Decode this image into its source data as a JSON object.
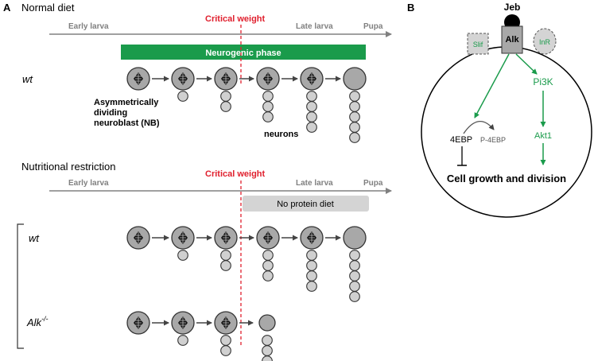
{
  "panel_a": {
    "label": "A",
    "normal": {
      "heading": "Normal diet",
      "axis": {
        "early": "Early larva",
        "critical": "Critical weight",
        "late": "Late larva",
        "pupa": "Pupa"
      },
      "phase_bar": "Neurogenic phase",
      "genotype": "wt",
      "nb_label_lines": [
        "Asymmetrically",
        "dividing",
        "neuroblast (NB)"
      ],
      "neurons_label": "neurons"
    },
    "restriction": {
      "heading": "Nutritional restriction",
      "axis": {
        "early": "Early larva",
        "critical": "Critical weight",
        "late": "Late larva",
        "pupa": "Pupa"
      },
      "diet_box": "No protein diet",
      "genotype_wt": "wt",
      "genotype_alk": "Alk",
      "genotype_alk_sup": "-/-"
    }
  },
  "panel_b": {
    "label": "B",
    "jeb": "Jeb",
    "alk": "Alk",
    "slif": "Slif",
    "inr": "InR",
    "pi3k": "Pi3K",
    "akt1": "Akt1",
    "ebp": "4EBP",
    "p_ebp": "P-4EBP",
    "outcome": "Cell growth and division"
  },
  "colors": {
    "green": "#1a9b4b",
    "red": "#e0202e",
    "axis_gray": "#808080",
    "cell_gray": "#a8a8a8",
    "neuron_gray": "#d0d0d0",
    "box_gray": "#d4d4d4"
  }
}
